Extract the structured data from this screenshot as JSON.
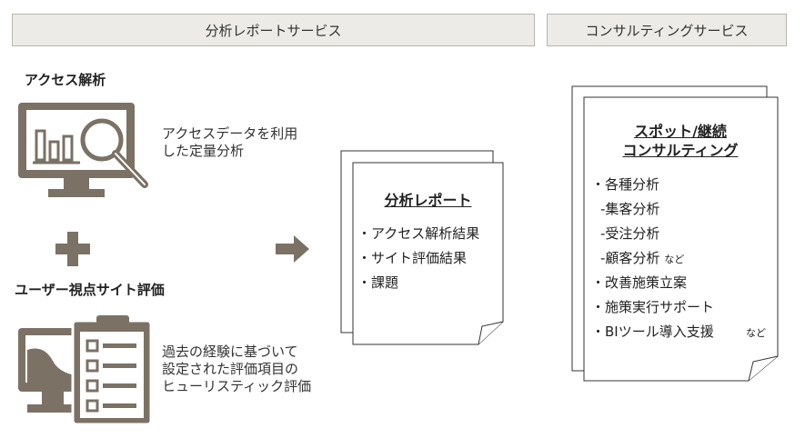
{
  "headers": {
    "analysis_service": "分析レポートサービス",
    "consulting_service": "コンサルティングサービス"
  },
  "access_analysis": {
    "title": "アクセス解析",
    "desc_lines": [
      "アクセスデータを利用",
      "した定量分析"
    ]
  },
  "heuristic": {
    "title": "ユーザー視点サイト評価",
    "desc_lines": [
      "過去の経験に基づいて",
      "設定された評価項目の",
      "ヒューリスティック評価"
    ]
  },
  "report_doc": {
    "title": "分析レポート",
    "items": [
      "・アクセス解析結果",
      "・サイト評価結果",
      "・課題"
    ]
  },
  "consulting_doc": {
    "title_lines": [
      "スポット/継続",
      "コンサルティング"
    ],
    "items": [
      "・各種分析",
      "-集客分析",
      "-受注分析",
      "-顧客分析",
      "・改善施策立案",
      "・施策実行サポート",
      "・BIツール導入支援"
    ],
    "note_after_item4": "など",
    "note_after_item7": "など"
  },
  "icons": [
    "monitor-chart-search-icon",
    "plus-icon",
    "arrow-right-icon",
    "monitor-clipboard-checklist-icon"
  ],
  "colors": {
    "icon": "#7b7164",
    "header_bg": "#ecebe8",
    "header_border": "#b8b5ad"
  }
}
